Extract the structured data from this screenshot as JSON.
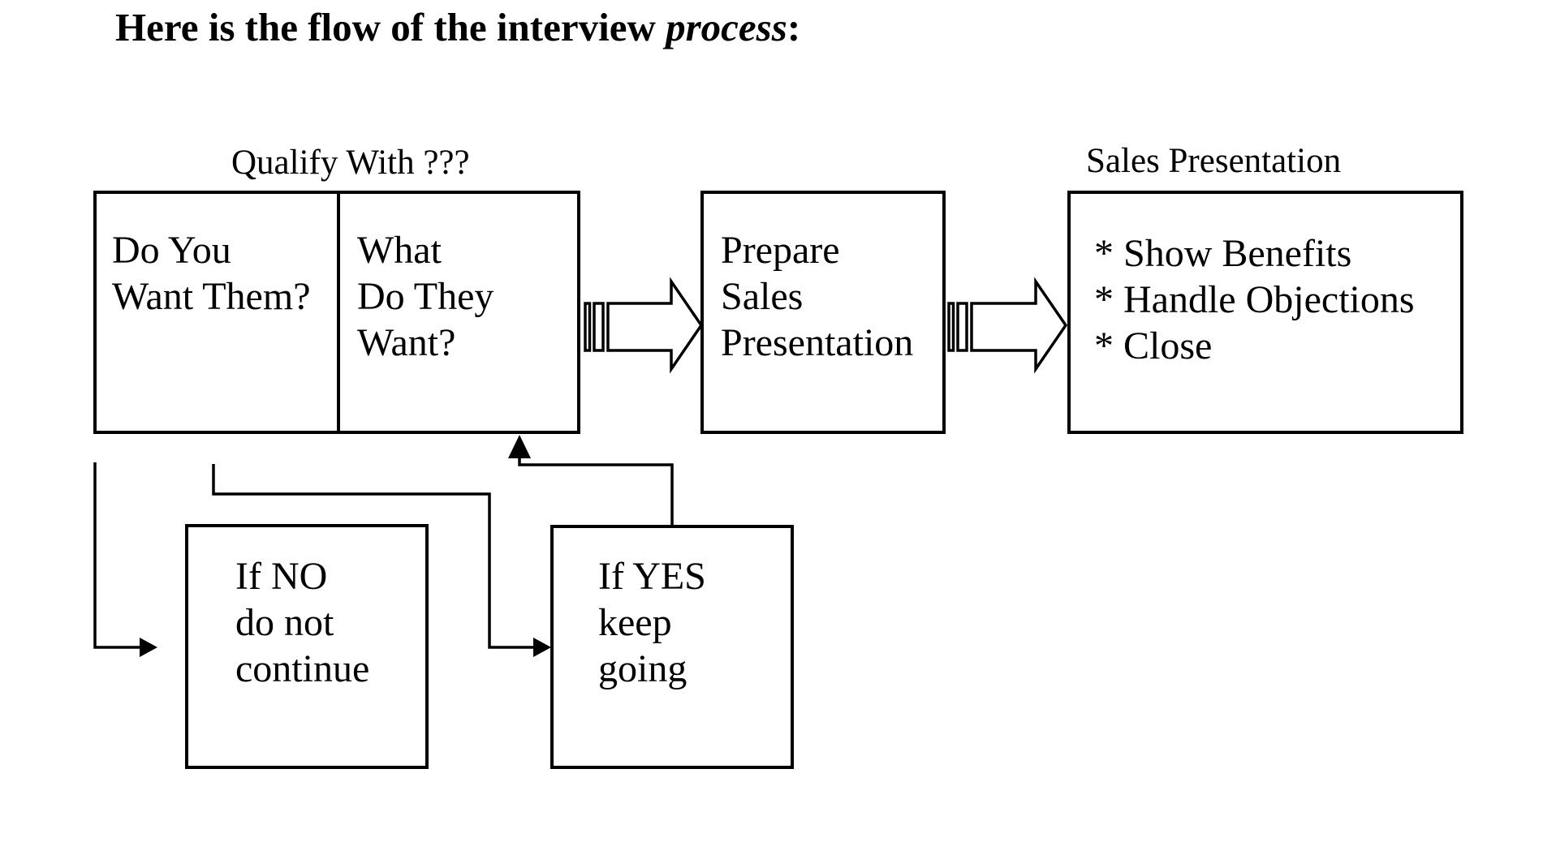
{
  "title": {
    "prefix": "Here is the flow of the interview ",
    "emphasis": "process",
    "suffix": ":"
  },
  "labels": {
    "qualify": "Qualify With ???",
    "sales_presentation": "Sales Presentation"
  },
  "boxes": {
    "do_you_want_them": {
      "lines": [
        "Do You",
        "Want Them?"
      ]
    },
    "what_do_they_want": {
      "lines": [
        "What",
        "Do They",
        "Want?"
      ]
    },
    "prepare_sales_presentation": {
      "lines": [
        "Prepare",
        "Sales",
        "Presentation"
      ]
    },
    "sales_presentation_steps": {
      "lines": [
        "* Show Benefits",
        "* Handle Objections",
        "* Close"
      ]
    },
    "if_no": {
      "lines": [
        "If NO",
        "do not",
        "continue"
      ]
    },
    "if_yes": {
      "lines": [
        "If YES",
        "keep",
        "going"
      ]
    }
  },
  "colors": {
    "ink": "#000000",
    "background": "#ffffff"
  }
}
